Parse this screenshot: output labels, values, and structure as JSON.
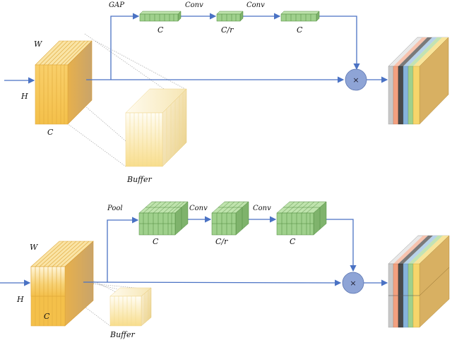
{
  "top_panel": {
    "input_labels": {
      "width": "W",
      "height": "H",
      "channels": "C"
    },
    "buffer_label": "Buffer",
    "ops": [
      {
        "op": "GAP",
        "size": "C"
      },
      {
        "op": "Conv",
        "size": "C/r"
      },
      {
        "op": "Conv",
        "size": "C"
      }
    ],
    "multiply_symbol": "×"
  },
  "bottom_panel": {
    "input_labels": {
      "width": "W",
      "height": "H",
      "channels": "C"
    },
    "buffer_label": "Buffer",
    "ops": [
      {
        "op": "Pool",
        "size": "C"
      },
      {
        "op": "Conv",
        "size": "C/r"
      },
      {
        "op": "Conv",
        "size": "C"
      }
    ],
    "multiply_symbol": "×"
  },
  "colors": {
    "feature_map": "#f6c75a",
    "conv_block": "#9fd08c",
    "flow_arrow": "#4a72c4",
    "multiply_node": "#8ea4d6",
    "output_channels": [
      "#c8c8c8",
      "#f3a07f",
      "#4a4a4a",
      "#86b3db",
      "#9fd08c",
      "#f6d56b"
    ]
  }
}
